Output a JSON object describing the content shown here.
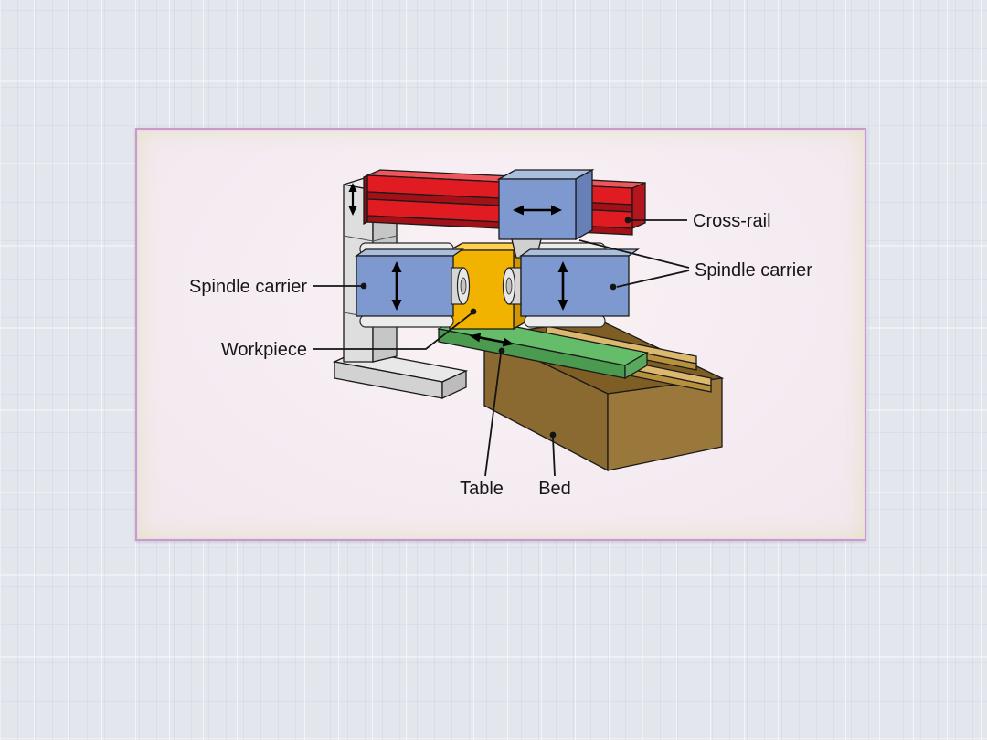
{
  "page": {
    "background_color": "#e4e6ee"
  },
  "card": {
    "border_color": "#c89bc9",
    "fill_color": "#f5ecf2"
  },
  "diagram": {
    "labels": {
      "spindle_carrier_left": "Spindle carrier",
      "spindle_carrier_right": "Spindle carrier",
      "cross_rail": "Cross-rail",
      "workpiece": "Workpiece",
      "table": "Table",
      "bed": "Bed"
    },
    "colors": {
      "cross_rail_red": "#e01b22",
      "carrier_blue": "#7e99cf",
      "workpiece_yellow": "#f2b200",
      "table_green": "#66bd69",
      "bed_brown": "#8a6a31",
      "column_gray": "#dedede",
      "rail_tan": "#dcb76e",
      "annotation_black": "#141414"
    }
  }
}
